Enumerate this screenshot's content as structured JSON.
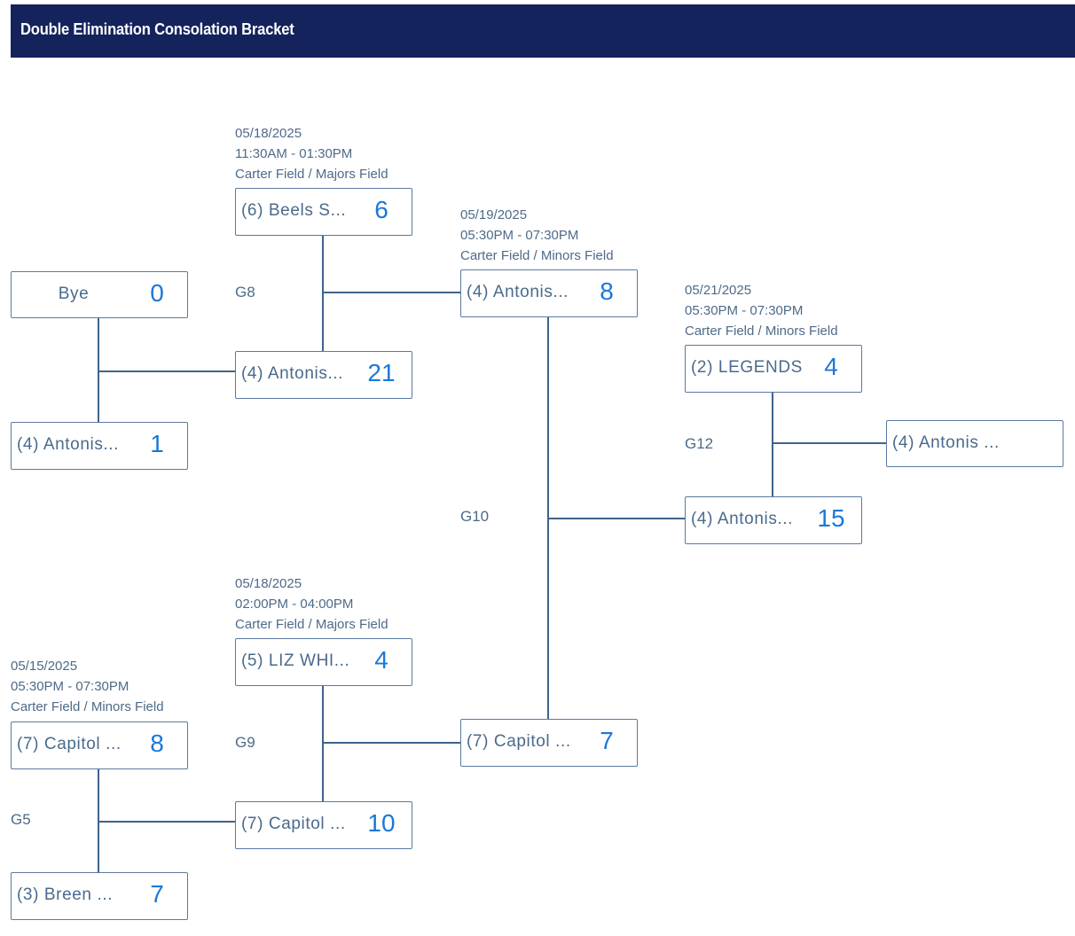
{
  "header": {
    "title": "Double Elimination Consolation Bracket"
  },
  "colors": {
    "header_bg": "#14235c",
    "score": "#1a78d8",
    "team_text": "#4a6a8c",
    "connector": "#3f6489"
  },
  "games": {
    "g8": {
      "label": "G8",
      "date": "05/18/2025",
      "time": "11:30AM - 01:30PM",
      "field": "Carter Field / Majors Field"
    },
    "g10": {
      "label": "G10",
      "date": "05/19/2025",
      "time": "05:30PM - 07:30PM",
      "field": "Carter Field / Minors Field"
    },
    "g12": {
      "label": "G12",
      "date": "05/21/2025",
      "time": "05:30PM - 07:30PM",
      "field": "Carter Field / Minors Field"
    },
    "g9": {
      "label": "G9",
      "date": "05/18/2025",
      "time": "02:00PM - 04:00PM",
      "field": "Carter Field / Majors Field"
    },
    "g5": {
      "label": "G5",
      "date": "05/15/2025",
      "time": "05:30PM - 07:30PM",
      "field": "Carter Field / Minors Field"
    }
  },
  "slots": {
    "bye": {
      "team": "Bye",
      "score": "0"
    },
    "antonis_r0": {
      "team": "(4) Antonis...",
      "score": "1"
    },
    "beels": {
      "team": "(6) Beels S...",
      "score": "6"
    },
    "antonis_g8": {
      "team": "(4) Antonis...",
      "score": "21"
    },
    "antonis_g10": {
      "team": "(4) Antonis...",
      "score": "8"
    },
    "legends": {
      "team": "(2) LEGENDS",
      "score": "4"
    },
    "antonis_g12": {
      "team": "(4) Antonis...",
      "score": "15"
    },
    "antonis_final": {
      "team": "(4) Antonis ...",
      "score": ""
    },
    "liz": {
      "team": "(5) LIZ WHI...",
      "score": "4"
    },
    "capitol_g9": {
      "team": "(7) Capitol ...",
      "score": "10"
    },
    "capitol_g10": {
      "team": "(7) Capitol ...",
      "score": "7"
    },
    "capitol_g5": {
      "team": "(7) Capitol ...",
      "score": "8"
    },
    "breen": {
      "team": "(3) Breen ...",
      "score": "7"
    }
  }
}
